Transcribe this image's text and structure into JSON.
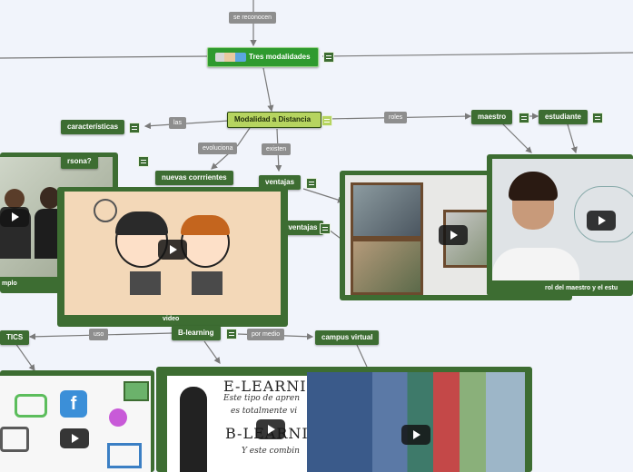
{
  "central": {
    "title": "Tres modalidades"
  },
  "nodes": {
    "md": "Modalidad a Distancia",
    "caracteristicas": "características",
    "persona": "rsona?",
    "nuevas": "nuevas corrrientes",
    "ventajas": "ventajas",
    "desventajas": "sventajas",
    "maestro": "maestro",
    "estudiante": "estudiante",
    "blearning": "B-learning",
    "tics": "TICS",
    "campus": "campus virtual"
  },
  "links": {
    "se_reconocen": "se reconocen",
    "las": "las",
    "evoluciona": "evoluciona",
    "existen": "existen",
    "roles": "roles",
    "uso": "uso",
    "por_medio": "por medio"
  },
  "cards": {
    "ejemplo": "mplo",
    "video": "video",
    "rol": "rol del  maestro  y el estu"
  },
  "elearning": {
    "title": "E-LEARNI",
    "line1": "Este tipo de apren",
    "line2": "es totalmente vi",
    "title2": "B-LEARNI",
    "line3": "Y este combin"
  },
  "icons": {
    "play": "play-icon",
    "note": "notes-icon"
  }
}
